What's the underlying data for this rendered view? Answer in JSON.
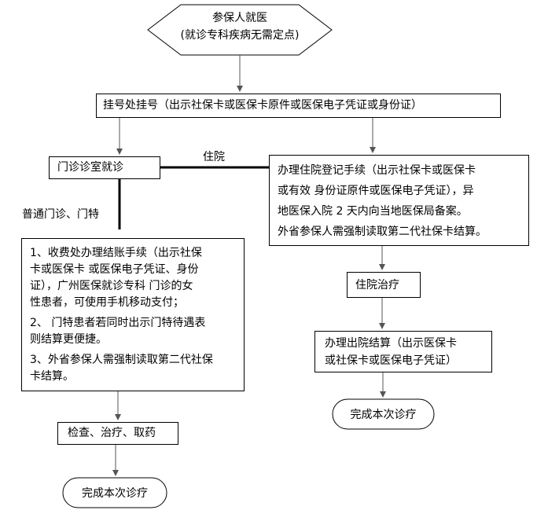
{
  "start": {
    "line1": "参保人就医",
    "line2": "(就诊专科疾病无需定点)"
  },
  "register": "挂号处挂号（出示社保卡或医保卡原件或医保电子凭证或身份证）",
  "outpatient": "门诊诊室就诊",
  "inpatient_label": "住院",
  "admission": {
    "lines": [
      "办理住院登记手续（出示社保卡或医保卡",
      "或有效 身份证原件或医保电子凭证），异",
      "地医保入院 2 天内向当地医保局备案。",
      "外省参保人需强制读取第二代社保卡结算。"
    ]
  },
  "general_label": "普通门诊、门特",
  "settlement": {
    "p1": [
      "1、收费处办理结账手续（出示社保",
      "卡或医保卡  或医保电子凭证、身份",
      "证），广州医保就诊专科 门诊的女",
      "性患者，可使用手机移动支付；"
    ],
    "p2": [
      "2、 门特患者若同时出示门特待遇表",
      "则结算更便捷。"
    ],
    "p3": [
      "3、外省参保人需强制读取第二代社保",
      "卡结算。"
    ]
  },
  "exam": "检查、治疗、取药",
  "finish_left": "完成本次诊疗",
  "treatment": "住院治疗",
  "discharge": {
    "lines": [
      "办理出院结算（出示医保卡",
      "或社保卡或医保电子凭证）"
    ]
  },
  "finish_right": "完成本次诊疗"
}
